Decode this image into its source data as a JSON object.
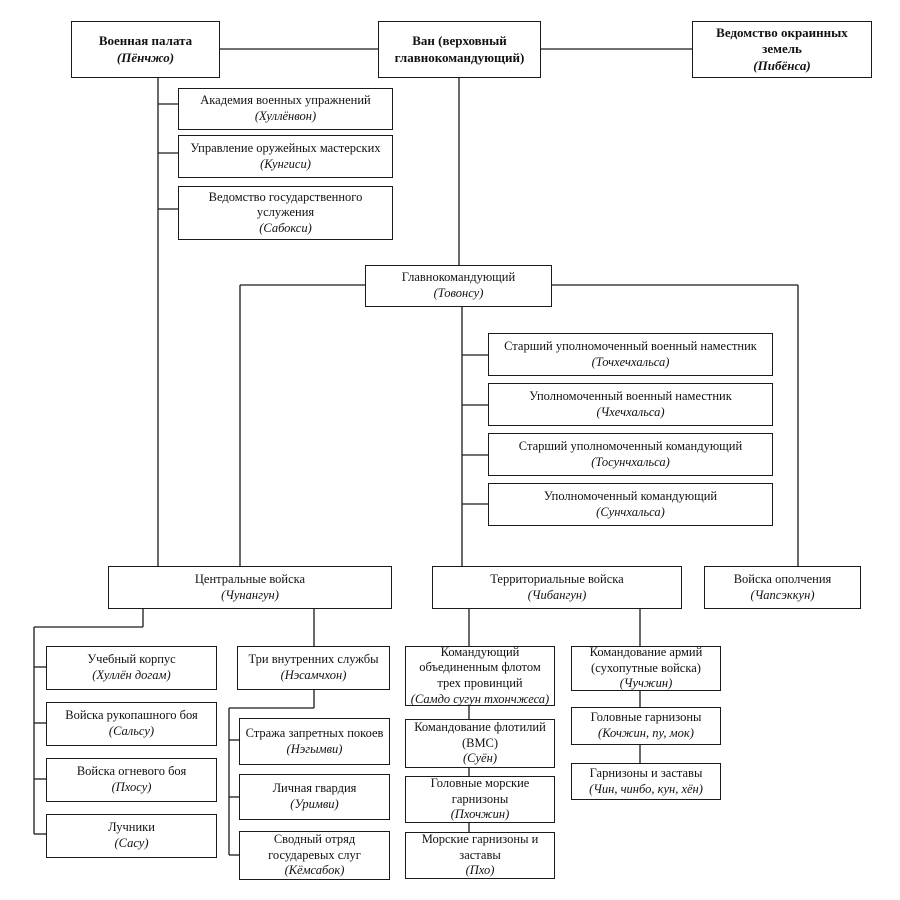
{
  "nodes": {
    "military_chamber": {
      "title": "Военная палата",
      "subtitle": "Пёнчжо"
    },
    "wang": {
      "title": "Ван (верховный главнокомандующий)",
      "subtitle": ""
    },
    "border_lands": {
      "title": "Ведомство окраинных земель",
      "subtitle": "Пибёнса"
    },
    "academy": {
      "title": "Академия военных упражнений",
      "subtitle": "Хуллёнвон"
    },
    "arsenal": {
      "title": "Управление оружейных мастерских",
      "subtitle": "Кунгиси"
    },
    "state_service": {
      "title": "Ведомство государственного услужения",
      "subtitle": "Сабокси"
    },
    "commander_in_chief": {
      "title": "Главнокомандующий",
      "subtitle": "Товонсу"
    },
    "senior_plenipotentiary_governor": {
      "title": "Старший уполномоченный военный наместник",
      "subtitle": "Точхечхальса"
    },
    "plenipotentiary_governor": {
      "title": "Уполномоченный военный наместник",
      "subtitle": "Чхечхальса"
    },
    "senior_plenipotentiary_commander": {
      "title": "Старший уполномоченный командующий",
      "subtitle": "Тосунчхальса"
    },
    "plenipotentiary_commander": {
      "title": "Уполномоченный командующий",
      "subtitle": "Сунчхальса"
    },
    "central_troops": {
      "title": "Центральные войска",
      "subtitle": "Чунангун"
    },
    "territorial_troops": {
      "title": "Территориальные войска",
      "subtitle": "Чибангун"
    },
    "militia": {
      "title": "Войска ополчения",
      "subtitle": "Чапсэккун"
    },
    "training_corps": {
      "title": "Учебный корпус",
      "subtitle": "Хуллён догам"
    },
    "melee_troops": {
      "title": "Войска рукопашного боя",
      "subtitle": "Сальсу"
    },
    "fire_troops": {
      "title": "Войска огневого боя",
      "subtitle": "Пхосу"
    },
    "archers": {
      "title": "Лучники",
      "subtitle": "Сасу"
    },
    "three_inner_services": {
      "title": "Три внутренних службы",
      "subtitle": "Нэсамчхон"
    },
    "forbidden_chambers_guard": {
      "title": "Стража запретных покоев",
      "subtitle": "Нэгымви"
    },
    "personal_guard": {
      "title": "Личная гвардия",
      "subtitle": "Уримви"
    },
    "royal_servants_detachment": {
      "title": "Сводный отряд государевых слуг",
      "subtitle": "Кёмсабок"
    },
    "three_province_fleet": {
      "title": "Командующий объединенным флотом трех провинций",
      "subtitle": "Самдо сугун тхончжеса"
    },
    "flotilla_command": {
      "title": "Командование флотилий (ВМС)",
      "subtitle": "Суён"
    },
    "main_naval_garrisons": {
      "title": "Головные морские гарнизоны",
      "subtitle": "Пхочжин"
    },
    "naval_garrisons_outposts": {
      "title": "Морские гарнизоны и заставы",
      "subtitle": "Пхо"
    },
    "army_command": {
      "title": "Командование армий (сухопутные войска)",
      "subtitle": "Чучжин"
    },
    "main_garrisons": {
      "title": "Головные гарнизоны",
      "subtitle": "Кочжин, пу, мок"
    },
    "garrisons_outposts": {
      "title": "Гарнизоны и заставы",
      "subtitle": "Чин, чинбо, кун, хён"
    }
  }
}
